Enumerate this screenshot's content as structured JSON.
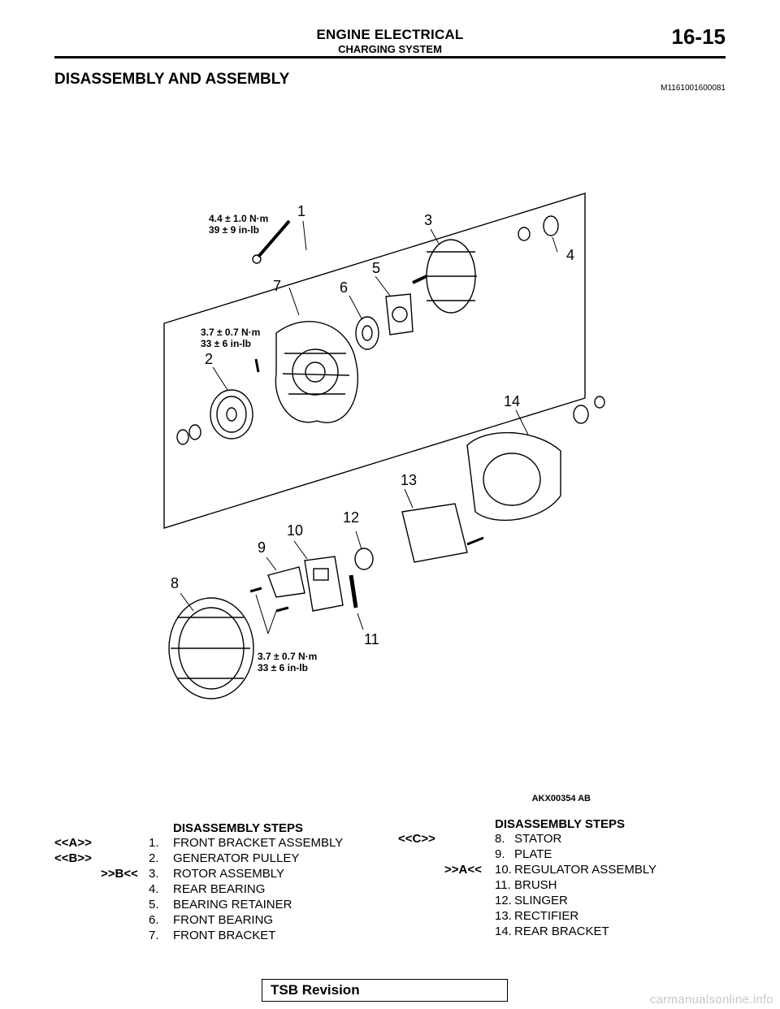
{
  "header": {
    "section": "ENGINE ELECTRICAL",
    "subsection": "CHARGING SYSTEM",
    "page": "16-15"
  },
  "title": "DISASSEMBLY AND ASSEMBLY",
  "doc_id": "M1161001600081",
  "figure": {
    "id": "AKX00354 AB",
    "callouts": [
      "1",
      "2",
      "3",
      "4",
      "5",
      "6",
      "7",
      "8",
      "9",
      "10",
      "11",
      "12",
      "13",
      "14"
    ],
    "torques": [
      {
        "nm": "4.4 ± 1.0  N·m",
        "inlb": "39 ± 9 in-lb"
      },
      {
        "nm": "3.7 ± 0.7 N·m",
        "inlb": "33 ± 6 in-lb"
      },
      {
        "nm": "3.7 ± 0.7 N·m",
        "inlb": "33 ± 6 in-lb"
      }
    ]
  },
  "steps_left": {
    "heading": "DISASSEMBLY STEPS",
    "items": [
      {
        "code": "<<A>>",
        "num": "1.",
        "name": "FRONT BRACKET ASSEMBLY"
      },
      {
        "code": "<<B>>",
        "num": "2.",
        "name": "GENERATOR PULLEY"
      },
      {
        "code": ">>B<<",
        "num": "3.",
        "name": "ROTOR ASSEMBLY"
      },
      {
        "code": "",
        "num": "4.",
        "name": "REAR BEARING"
      },
      {
        "code": "",
        "num": "5.",
        "name": "BEARING RETAINER"
      },
      {
        "code": "",
        "num": "6.",
        "name": "FRONT BEARING"
      },
      {
        "code": "",
        "num": "7.",
        "name": "FRONT BRACKET"
      }
    ]
  },
  "steps_right": {
    "heading": "DISASSEMBLY STEPS",
    "items": [
      {
        "code": "<<C>>",
        "num": "8.",
        "name": "STATOR"
      },
      {
        "code": "",
        "num": "9.",
        "name": "PLATE"
      },
      {
        "code": ">>A<<",
        "num": "10.",
        "name": "REGULATOR ASSEMBLY"
      },
      {
        "code": "",
        "num": "11.",
        "name": "BRUSH"
      },
      {
        "code": "",
        "num": "12.",
        "name": "SLINGER"
      },
      {
        "code": "",
        "num": "13.",
        "name": "RECTIFIER"
      },
      {
        "code": "",
        "num": "14.",
        "name": "REAR BRACKET"
      }
    ]
  },
  "footer": "TSB Revision",
  "watermark": "carmanualsonline.info"
}
